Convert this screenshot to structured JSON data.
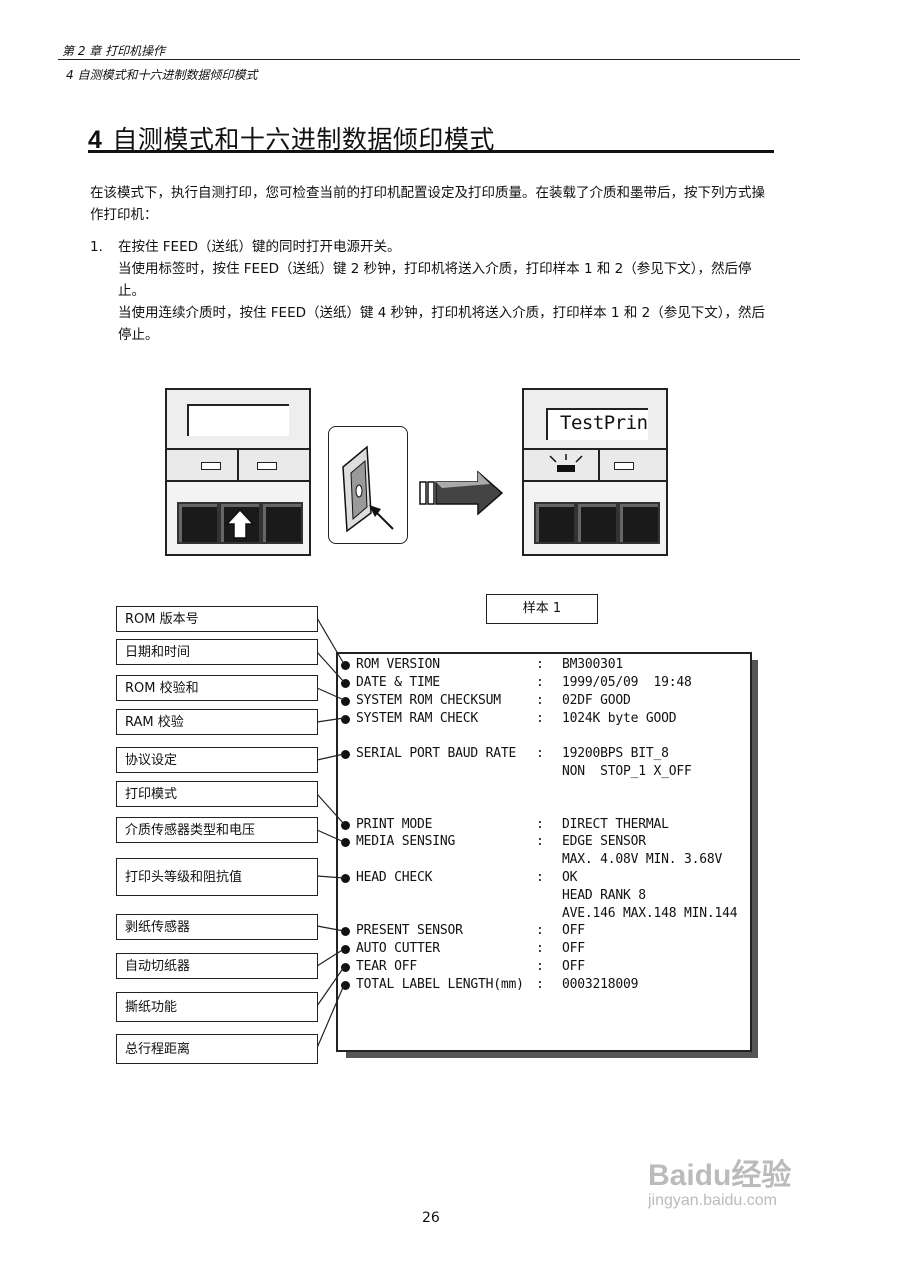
{
  "header": {
    "chapter": "第 2 章  打印机操作",
    "section": "4   自测模式和十六进制数据倾印模式"
  },
  "title": {
    "number": "4",
    "text": "自测模式和十六进制数据倾印模式"
  },
  "intro": "在该模式下，执行自测打印，您可检查当前的打印机配置设定及打印质量。在装载了介质和墨带后，按下列方式操作打印机：",
  "step1": {
    "num": "1.",
    "line1": "在按住 FEED（送纸）键的同时打开电源开关。",
    "line2": "当使用标签时，按住 FEED（送纸）键 2 秒钟，打印机将送入介质，打印样本 1 和 2（参见下文），然后停止。",
    "line3": "当使用连续介质时，按住 FEED（送纸）键 4 秒钟，打印机将送入介质，打印样本 1 和 2（参见下文），然后停止。"
  },
  "illustration": {
    "display_text": "TestPrin"
  },
  "sample": {
    "title": "样本 1",
    "rows": [
      {
        "key": "ROM VERSION",
        "colon": ":",
        "value": "BM300301"
      },
      {
        "key": "DATE & TIME",
        "colon": ":",
        "value": "1999/05/09  19:48"
      },
      {
        "key": "SYSTEM ROM CHECKSUM",
        "colon": ":",
        "value": "02DF GOOD"
      },
      {
        "key": "SYSTEM RAM CHECK",
        "colon": ":",
        "value": "1024K byte GOOD"
      },
      {
        "key": "SERIAL PORT BAUD RATE",
        "colon": ":",
        "value": "19200BPS BIT_8"
      },
      {
        "key": "",
        "colon": "",
        "value": "NON  STOP_1 X_OFF"
      },
      {
        "key": "PRINT MODE",
        "colon": ":",
        "value": "DIRECT THERMAL"
      },
      {
        "key": "MEDIA SENSING",
        "colon": ":",
        "value": "EDGE SENSOR"
      },
      {
        "key": "",
        "colon": "",
        "value": "MAX. 4.08V MIN. 3.68V"
      },
      {
        "key": "HEAD CHECK",
        "colon": ":",
        "value": "OK"
      },
      {
        "key": "",
        "colon": "",
        "value": "HEAD RANK 8"
      },
      {
        "key": "",
        "colon": "",
        "value": "AVE.146 MAX.148 MIN.144"
      },
      {
        "key": "PRESENT SENSOR",
        "colon": ":",
        "value": "OFF"
      },
      {
        "key": "AUTO CUTTER",
        "colon": ":",
        "value": "OFF"
      },
      {
        "key": "TEAR OFF",
        "colon": ":",
        "value": "OFF"
      },
      {
        "key": "TOTAL LABEL LENGTH(mm)",
        "colon": ":",
        "value": "0003218009"
      }
    ]
  },
  "labels": [
    "ROM 版本号",
    "日期和时间",
    "ROM 校验和",
    "RAM 校验",
    "协议设定",
    "打印模式",
    "介质传感器类型和电压",
    "打印头等级和阻抗值",
    "剥纸传感器",
    "自动切纸器",
    "撕纸功能",
    "总行程距离"
  ],
  "page_number": "26",
  "watermark": {
    "brand": "Baidu经验",
    "url": "jingyan.baidu.com"
  }
}
